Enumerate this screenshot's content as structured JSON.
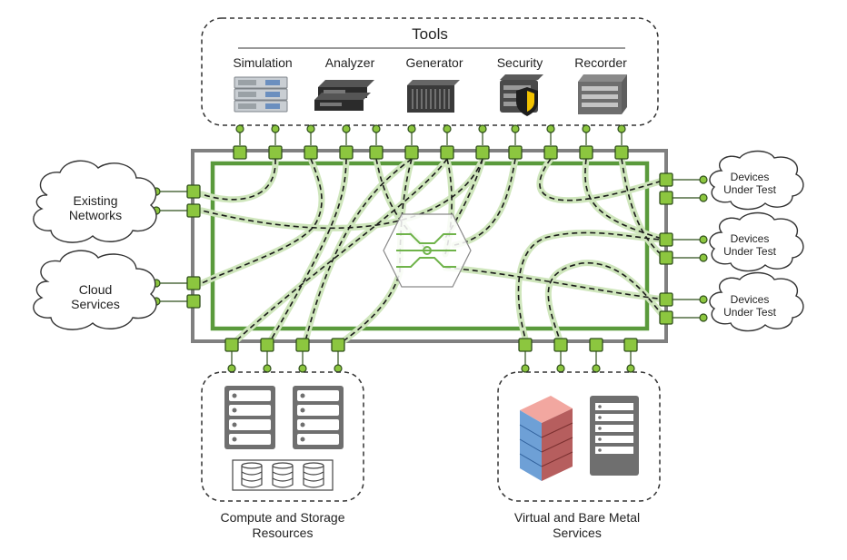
{
  "tools": {
    "title": "Tools",
    "items": [
      {
        "label": "Simulation",
        "icon": "rack-server-icon"
      },
      {
        "label": "Analyzer",
        "icon": "dual-server-icon"
      },
      {
        "label": "Generator",
        "icon": "blade-chassis-icon"
      },
      {
        "label": "Security",
        "icon": "security-appliance-icon"
      },
      {
        "label": "Recorder",
        "icon": "storage-array-icon"
      }
    ]
  },
  "left_clouds": [
    {
      "label": "Existing Networks"
    },
    {
      "label": "Cloud Services"
    }
  ],
  "right_clouds": [
    {
      "label": "Devices Under Test"
    },
    {
      "label": "Devices Under Test"
    },
    {
      "label": "Devices Under Test"
    }
  ],
  "bottom": {
    "compute": {
      "label": "Compute and Storage Resources"
    },
    "virtual": {
      "label": "Virtual and Bare Metal Services"
    }
  },
  "colors": {
    "port_fill": "#8cc63f",
    "port_stroke": "#2f4f1b",
    "fabric_green": "#5a9a3c",
    "outer_gray": "#808080",
    "glow": "#cfe6bc"
  }
}
